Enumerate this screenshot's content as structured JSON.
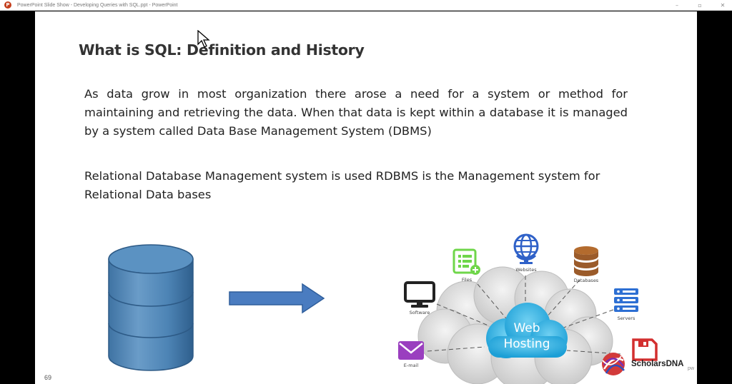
{
  "window": {
    "title": "PowerPoint Slide Show  -  Developing Queries with SQL.ppt  -  PowerPoint",
    "app_icon_letter": "P",
    "minimize_glyph": "–",
    "restore_glyph": "▫",
    "close_glyph": "✕"
  },
  "slide": {
    "title": "What is SQL: Definition and History",
    "paragraph1": "As data grow in most organization there arose a need for a system or method for maintaining and retrieving the data. When that data is kept within a database it is managed by a system called Data Base Management System (DBMS)",
    "paragraph2": "Relational Database Management system is used RDBMS is the Management system for Relational Data bases",
    "slide_number": "69"
  },
  "diagram": {
    "cloud_label_line1": "Web",
    "cloud_label_line2": "Hosting",
    "nodes": [
      {
        "label": "Files",
        "icon": "file-list-icon"
      },
      {
        "label": "Websites",
        "icon": "globe-icon"
      },
      {
        "label": "Databases",
        "icon": "database-icon"
      },
      {
        "label": "Software",
        "icon": "monitor-icon"
      },
      {
        "label": "Servers",
        "icon": "server-icon"
      },
      {
        "label": "E-mail",
        "icon": "envelope-icon"
      },
      {
        "label": "",
        "icon": "floppy-disk-icon"
      }
    ]
  },
  "branding": {
    "logo_text": "ScholarsDNA",
    "corner_mark": "pw"
  },
  "colors": {
    "cylinder": "#4f86b7",
    "arrow": "#4a7cc0",
    "cloud_center": "#2fb3e3",
    "files_green": "#6fd64a",
    "globe_blue": "#2f61c8",
    "database_brown": "#9b5b2a",
    "server_blue": "#2d6fd3",
    "email_purple": "#9a3fbf",
    "floppy_red": "#d32f2f"
  }
}
